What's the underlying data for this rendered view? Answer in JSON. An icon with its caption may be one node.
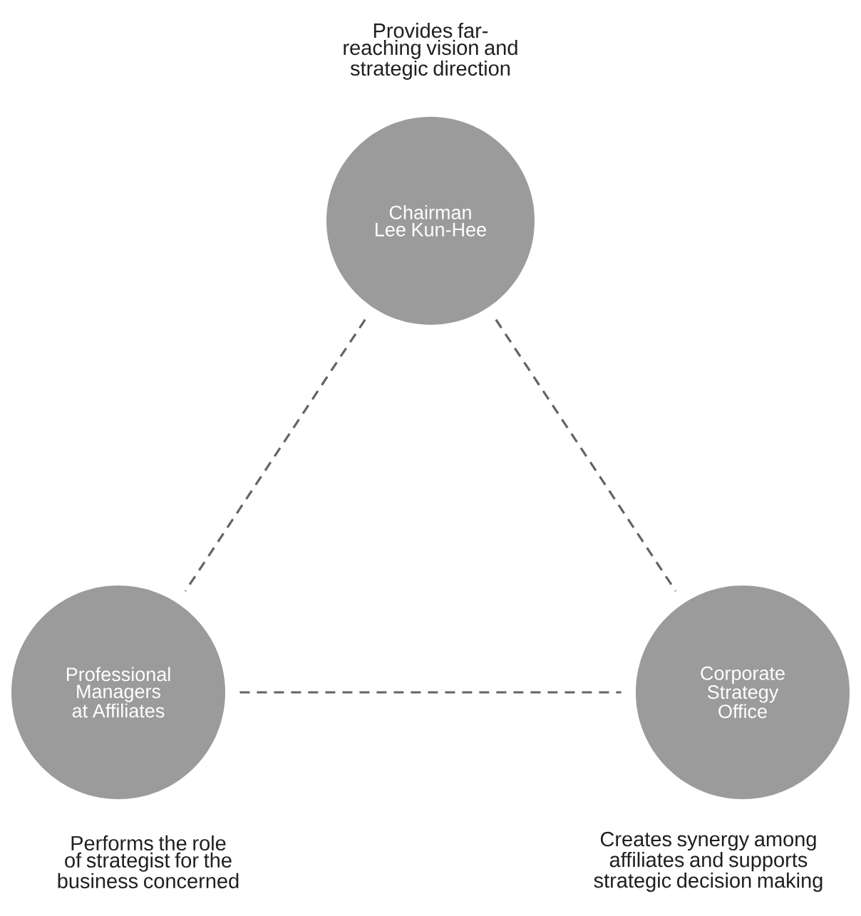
{
  "diagram": {
    "nodes": [
      {
        "text": [
          "Chairman Lee Kun-Hee"
        ],
        "beside": [
          "Provides far-reaching vision and strategic direction"
        ]
      },
      {
        "text": [
          "Professional Managers at Affiliates"
        ],
        "beside": [
          "Performs the role of strategist for the business concerned"
        ]
      },
      {
        "text": [
          "Corporate Strategy Office"
        ],
        "beside": [
          "Creates synergy among affiliates and supports strategic decision making"
        ]
      }
    ],
    "edges": [
      {
        "from": 0,
        "to": 1,
        "arrow": "none",
        "style": "dashed"
      },
      {
        "from": 0,
        "to": 2,
        "arrow": "none",
        "style": "dashed"
      },
      {
        "from": 1,
        "to": 2,
        "arrow": "none",
        "style": "dashed"
      }
    ]
  }
}
